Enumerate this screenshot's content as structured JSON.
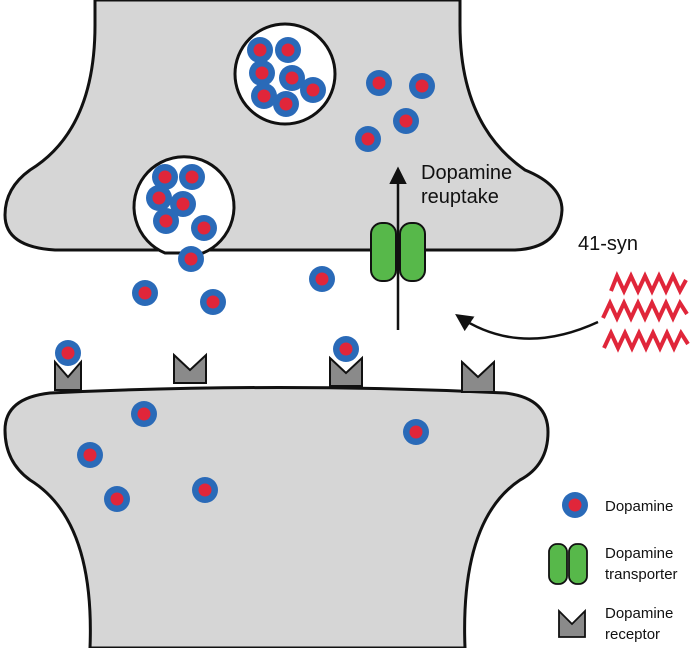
{
  "labels": {
    "reuptake_line1": "Dopamine",
    "reuptake_line2": "reuptake",
    "syn": "41-syn"
  },
  "legend": {
    "dopamine": "Dopamine",
    "transporter_line1": "Dopamine",
    "transporter_line2": "transporter",
    "receptor_line1": "Dopamine",
    "receptor_line2": "receptor"
  },
  "colors": {
    "neuron_fill": "#d6d6d6",
    "outline": "#111111",
    "dopamine_outer": "#2a6ab8",
    "dopamine_inner": "#e0263a",
    "transporter": "#57b84a",
    "receptor": "#8a8a8a",
    "synuclein": "#e0263a"
  }
}
